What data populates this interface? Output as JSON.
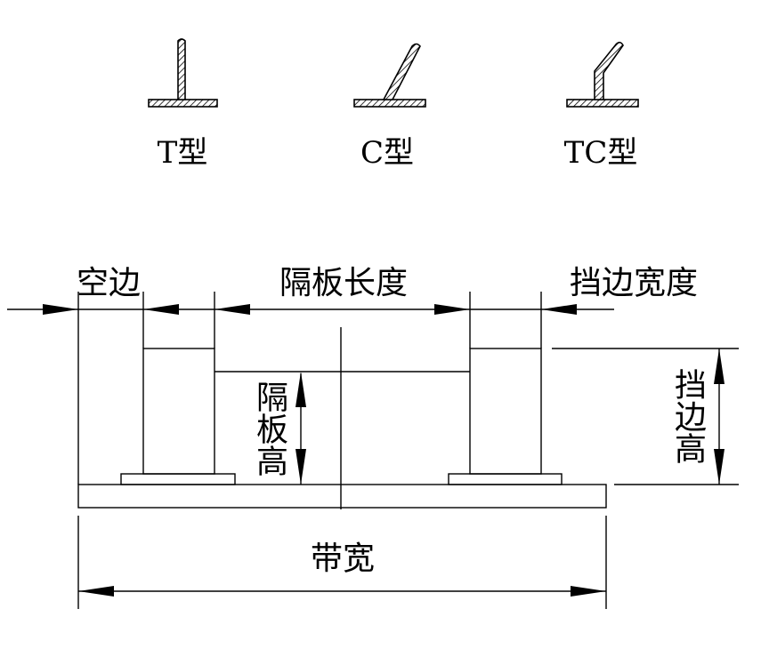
{
  "profiles": [
    {
      "name": "t-profile",
      "label": "T型"
    },
    {
      "name": "c-profile",
      "label": "C型"
    },
    {
      "name": "tc-profile",
      "label": "TC型"
    }
  ],
  "dimensions": {
    "empty_edge": "空边",
    "partition_length": "隔板长度",
    "sidewall_width": "挡边宽度",
    "partition_height": "隔板高",
    "sidewall_height": "挡边高",
    "belt_width": "带宽"
  },
  "colors": {
    "line": "#000000",
    "background": "#ffffff"
  }
}
